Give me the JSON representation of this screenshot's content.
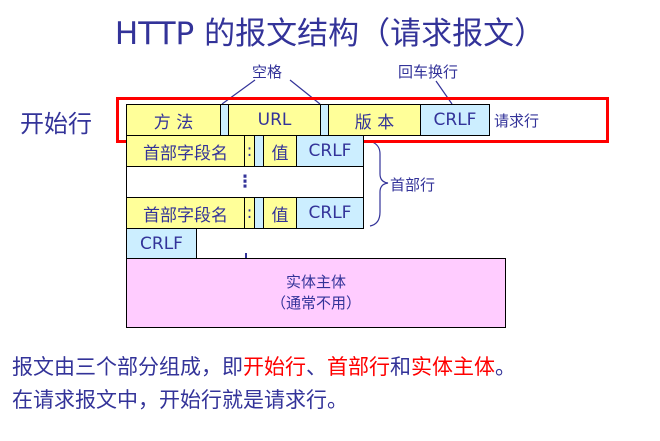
{
  "title": "HTTP 的报文结构（请求报文）",
  "start_line_label": "开始行",
  "space_label": "空格",
  "crlf_note_label": "回车换行",
  "request_line": {
    "method": "方 法",
    "url": "URL",
    "version": "版 本",
    "crlf": "CRLF",
    "label": "请求行"
  },
  "header_lines": {
    "field_name": "首部字段名",
    "colon": ":",
    "value": "值",
    "crlf": "CRLF",
    "ellipsis": "⋮",
    "label": "首部行"
  },
  "empty_line_crlf": "CRLF",
  "body": {
    "line1": "实体主体",
    "line2": "（通常不用）"
  },
  "caption": {
    "l1_a": "报文由三个部分组成，即",
    "l1_b": "开始行",
    "l1_c": "、",
    "l1_d": "首部行",
    "l1_e": "和",
    "l1_f": "实体主体",
    "l1_g": "。",
    "l2": "在请求报文中，开始行就是请求行。"
  }
}
